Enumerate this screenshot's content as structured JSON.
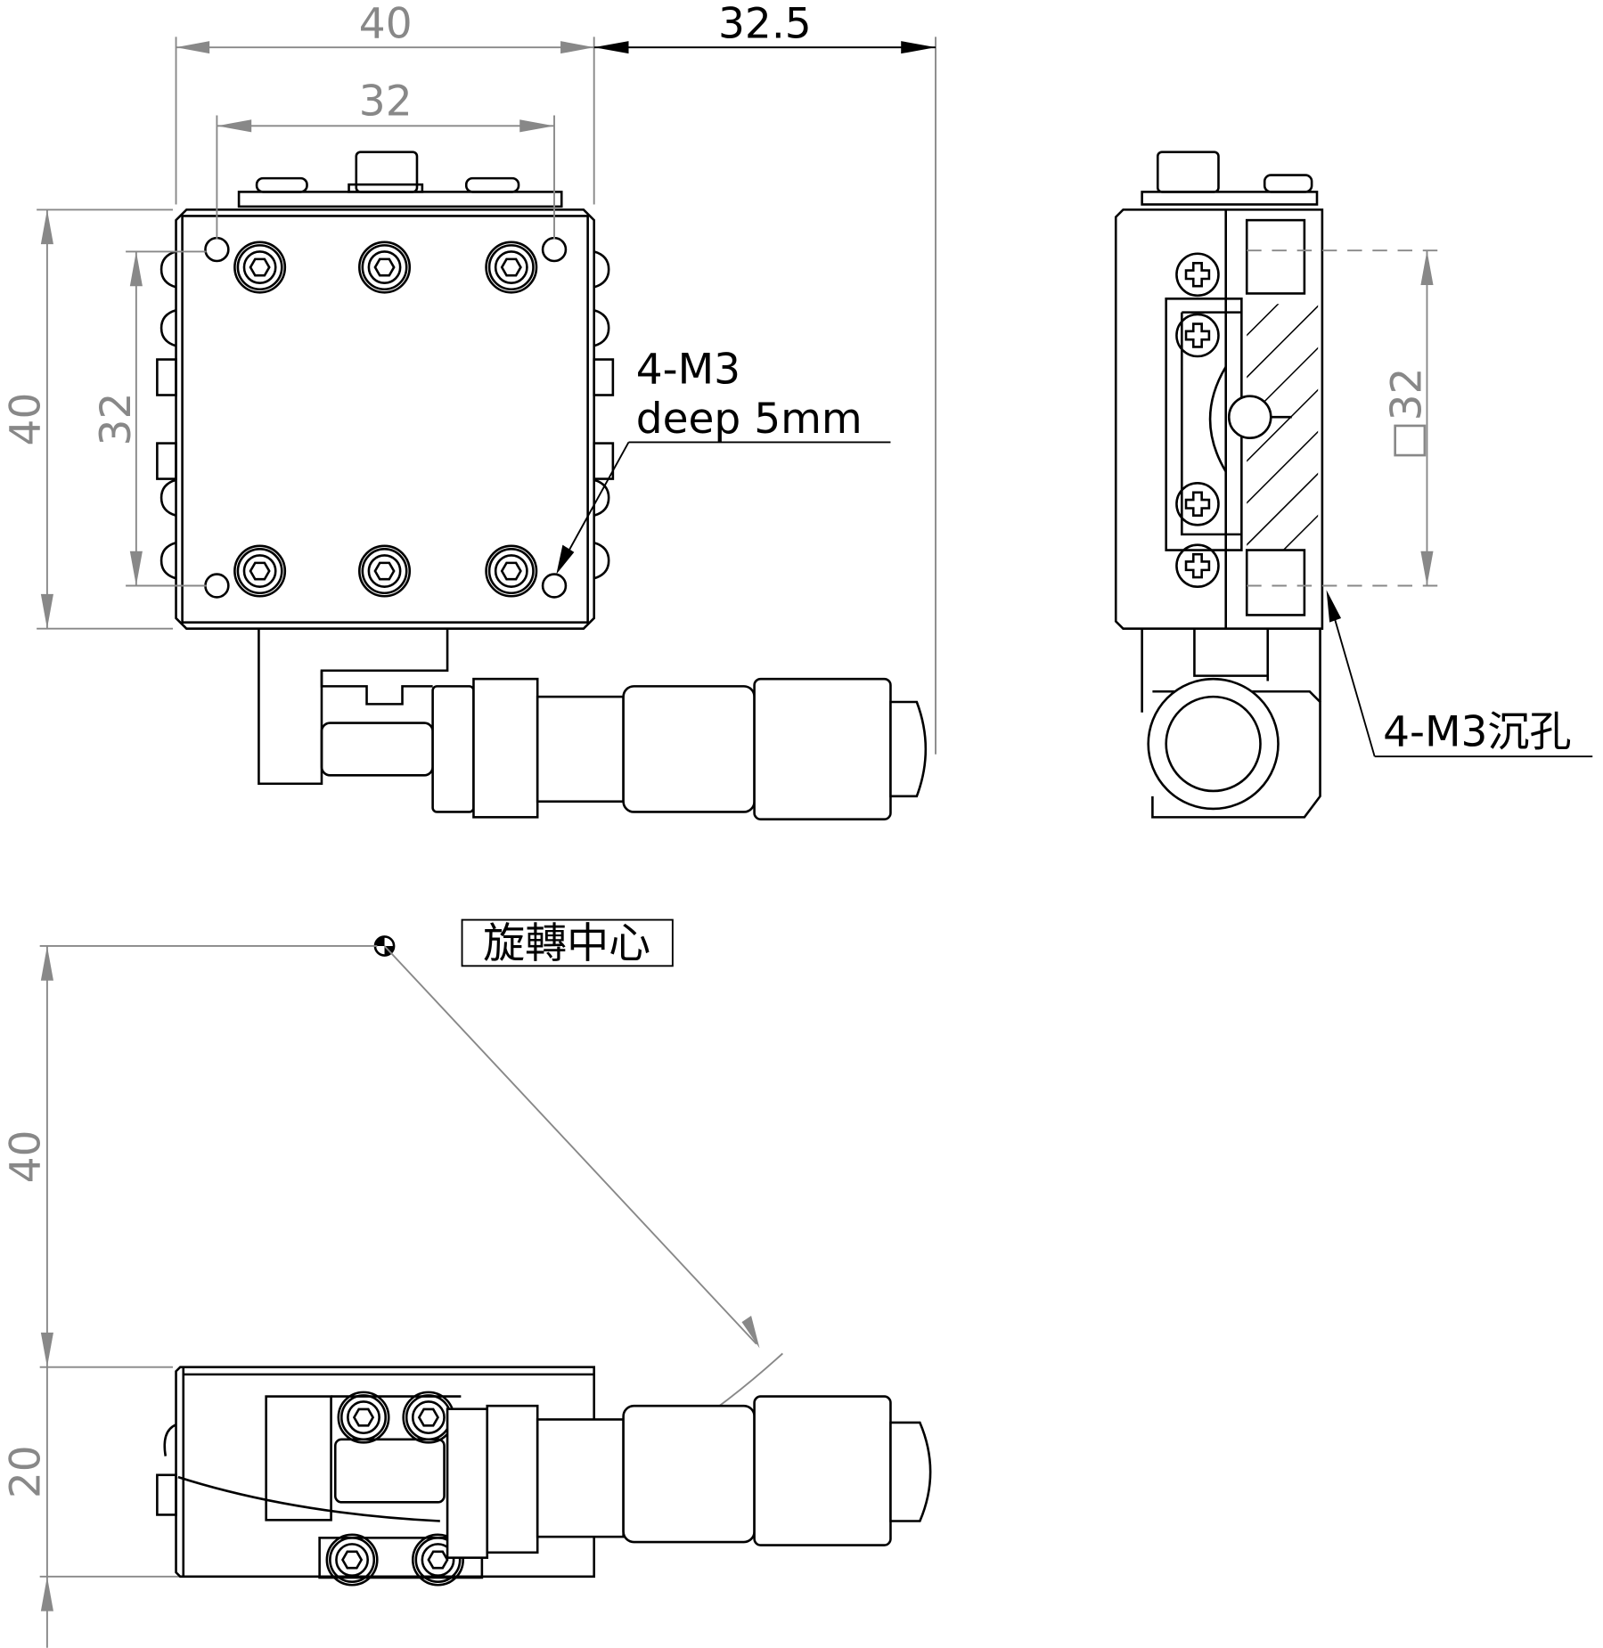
{
  "front_view": {
    "dim_width_outer": "40",
    "dim_width_holes": "32",
    "dim_micrometer_extent": "32.5",
    "dim_height_outer": "40",
    "dim_height_holes": "32",
    "note_line1": "4-M3",
    "note_line2": "deep 5mm"
  },
  "side_view": {
    "dim_square": "□32",
    "note": "4-M3沉孔"
  },
  "bottom_view": {
    "rotation_center_label": "旋轉中心",
    "dim_radius": "40",
    "dim_thickness": "20"
  },
  "colors": {
    "line": "#000000",
    "dimension": "#888888"
  }
}
